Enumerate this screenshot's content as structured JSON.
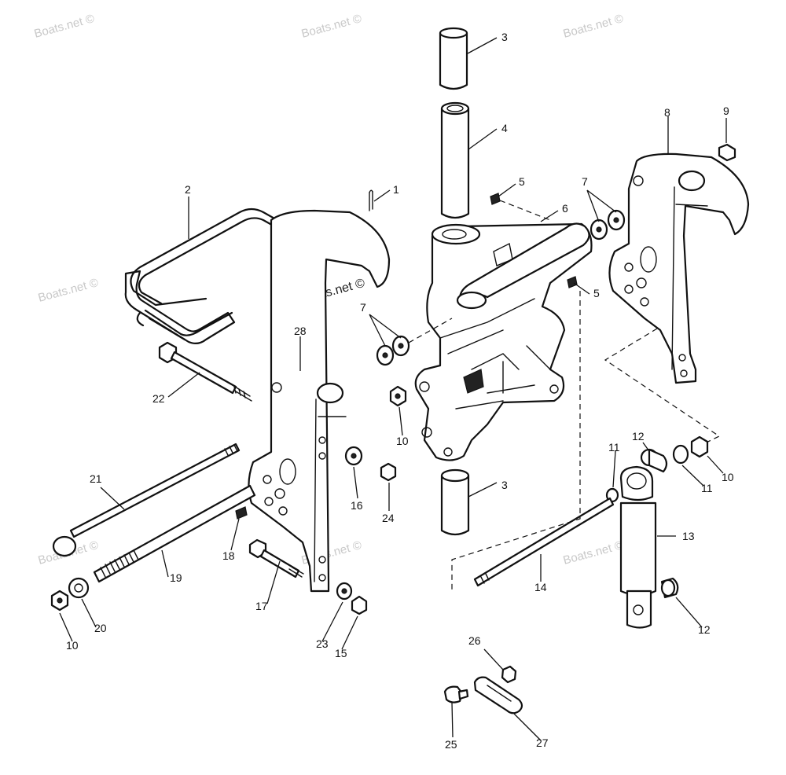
{
  "watermarks": {
    "top_left": "Boats.net ©",
    "top_center": "Boats.net ©",
    "top_right": "Boats.net ©",
    "mid_left": "Boats.net ©",
    "center": "Boats.net ©",
    "low_left": "Boats.net ©",
    "low_center": "Boats.net ©",
    "low_right": "Boats.net ©"
  },
  "callouts": [
    {
      "id": "c1",
      "text": "1"
    },
    {
      "id": "c2",
      "text": "2"
    },
    {
      "id": "c3a",
      "text": "3"
    },
    {
      "id": "c3b",
      "text": "3"
    },
    {
      "id": "c4",
      "text": "4"
    },
    {
      "id": "c5a",
      "text": "5"
    },
    {
      "id": "c5b",
      "text": "5"
    },
    {
      "id": "c6",
      "text": "6"
    },
    {
      "id": "c7a",
      "text": "7"
    },
    {
      "id": "c7b",
      "text": "7"
    },
    {
      "id": "c8",
      "text": "8"
    },
    {
      "id": "c9",
      "text": "9"
    },
    {
      "id": "c10a",
      "text": "10"
    },
    {
      "id": "c10b",
      "text": "10"
    },
    {
      "id": "c10c",
      "text": "10"
    },
    {
      "id": "c11a",
      "text": "11"
    },
    {
      "id": "c11b",
      "text": "11"
    },
    {
      "id": "c12a",
      "text": "12"
    },
    {
      "id": "c12b",
      "text": "12"
    },
    {
      "id": "c13",
      "text": "13"
    },
    {
      "id": "c14",
      "text": "14"
    },
    {
      "id": "c15",
      "text": "15"
    },
    {
      "id": "c16",
      "text": "16"
    },
    {
      "id": "c17",
      "text": "17"
    },
    {
      "id": "c18",
      "text": "18"
    },
    {
      "id": "c19",
      "text": "19"
    },
    {
      "id": "c20",
      "text": "20"
    },
    {
      "id": "c21",
      "text": "21"
    },
    {
      "id": "c22",
      "text": "22"
    },
    {
      "id": "c23",
      "text": "23"
    },
    {
      "id": "c24",
      "text": "24"
    },
    {
      "id": "c25",
      "text": "25"
    },
    {
      "id": "c26",
      "text": "26"
    },
    {
      "id": "c27",
      "text": "27"
    },
    {
      "id": "c28",
      "text": "28"
    }
  ]
}
